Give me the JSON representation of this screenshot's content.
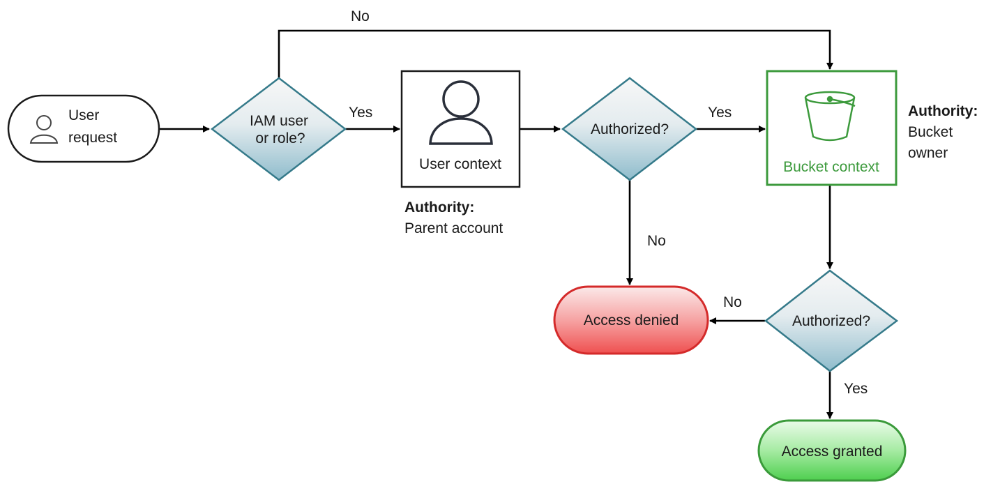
{
  "nodes": {
    "user_request": {
      "line1": "User",
      "line2": "request",
      "icon": "user-icon"
    },
    "decision_iam": {
      "line1": "IAM user",
      "line2": "or role?"
    },
    "user_context": {
      "label": "User context",
      "icon": "user-icon"
    },
    "user_authority": {
      "title": "Authority:",
      "value": "Parent account"
    },
    "decision_authorized_1": {
      "label": "Authorized?"
    },
    "bucket_context": {
      "label": "Bucket context",
      "icon": "bucket-icon"
    },
    "bucket_authority": {
      "title": "Authority:",
      "line1": "Bucket",
      "line2": "owner"
    },
    "decision_authorized_2": {
      "label": "Authorized?"
    },
    "access_denied": {
      "label": "Access denied"
    },
    "access_granted": {
      "label": "Access granted"
    }
  },
  "edge_labels": {
    "iam_no": "No",
    "iam_yes": "Yes",
    "auth1_yes": "Yes",
    "auth1_no": "No",
    "auth2_no": "No",
    "auth2_yes": "Yes"
  },
  "colors": {
    "bucket_green": "#3c9a3c",
    "denied_fill": "#f26a6a",
    "denied_stroke": "#d42a2a",
    "granted_fill": "#6fd86f",
    "granted_stroke": "#3a9a3a",
    "diamond_fill": "#a9c9d6",
    "diamond_stroke": "#357a8a"
  }
}
